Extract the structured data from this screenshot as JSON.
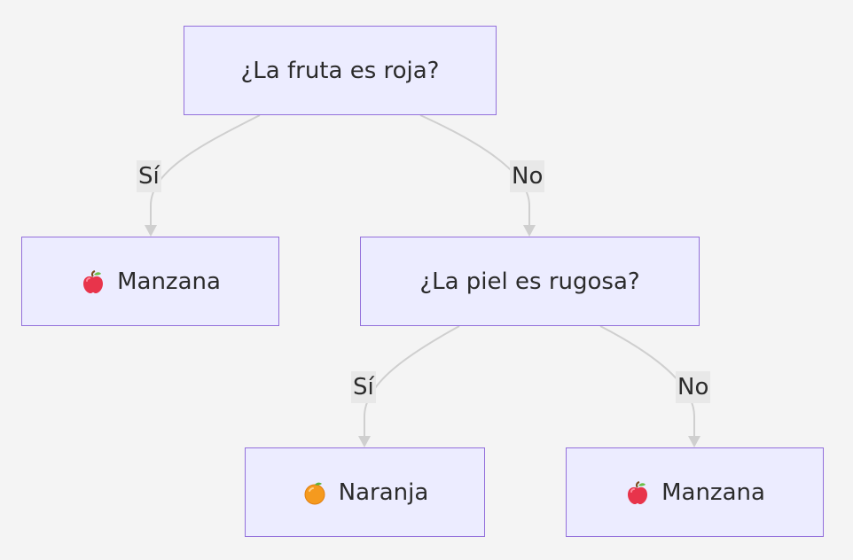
{
  "colors": {
    "background": "#f4f4f4",
    "node_fill": "#ececff",
    "node_border": "#9370db",
    "edge": "#cfcfcf",
    "label_bg": "#e8e8e8",
    "text": "#2b2b2b"
  },
  "nodes": {
    "q1": {
      "text": "¿La fruta es roja?"
    },
    "apple1": {
      "icon": "apple-icon",
      "text": "Manzana"
    },
    "q2": {
      "text": "¿La piel es rugosa?"
    },
    "orange": {
      "icon": "orange-icon",
      "text": "Naranja"
    },
    "apple2": {
      "icon": "apple-icon",
      "text": "Manzana"
    }
  },
  "edges": {
    "q1_yes": {
      "from": "q1",
      "to": "apple1",
      "label": "Sí"
    },
    "q1_no": {
      "from": "q1",
      "to": "q2",
      "label": "No"
    },
    "q2_yes": {
      "from": "q2",
      "to": "orange",
      "label": "Sí"
    },
    "q2_no": {
      "from": "q2",
      "to": "apple2",
      "label": "No"
    }
  }
}
